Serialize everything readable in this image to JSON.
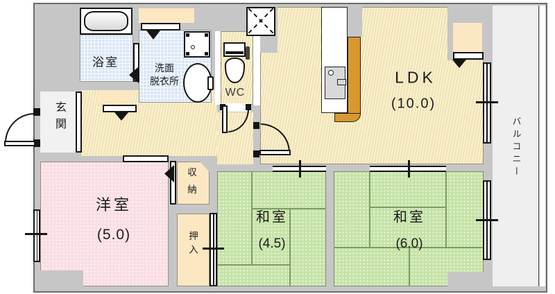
{
  "title": "apartment-floor-plan",
  "rooms": {
    "ldk": {
      "label": "LDK",
      "size": "(10.0)"
    },
    "yoshitsu": {
      "label": "洋室",
      "size": "(5.0)"
    },
    "washitsu45": {
      "label": "和室",
      "size": "(4.5)"
    },
    "washitsu60": {
      "label": "和室",
      "size": "(6.0)"
    },
    "bath": {
      "label": "浴室"
    },
    "washroom": {
      "line1": "洗面",
      "line2": "脱衣所"
    },
    "wc": {
      "label": "WC"
    },
    "genkan": {
      "label": "玄関"
    },
    "shuno": {
      "line1": "収",
      "line2": "納"
    },
    "oshiire": {
      "label": "押入"
    },
    "balcony": {
      "label": "バルコニー"
    }
  },
  "fixtures": [
    "bathtub",
    "washing-machine-pan",
    "vanity-sink",
    "toilet",
    "kitchen-counter",
    "kitchen-sink",
    "pipe-shaft-vent"
  ],
  "colors": {
    "wall_gray": "#c6c6c6",
    "outline": "#6b6b6b",
    "ldk_floor": "#f8efcc",
    "wet_floor": "#d9e6f6",
    "tatami_green": "#c6e3a8",
    "western_pink": "#f9dee3",
    "closet_cream": "#fbe7c2",
    "balcony_gray": "#efefef",
    "counter_orange": "#d9982f",
    "ink": "#151515"
  }
}
